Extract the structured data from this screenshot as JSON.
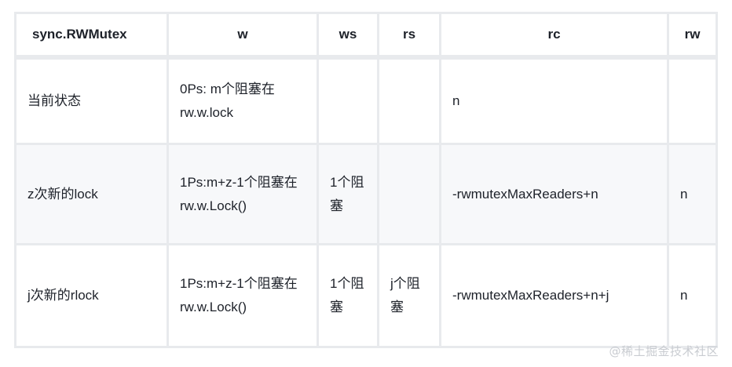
{
  "table": {
    "columns": [
      {
        "key": "label",
        "header": "sync.RWMutex"
      },
      {
        "key": "w",
        "header": "w"
      },
      {
        "key": "ws",
        "header": "ws"
      },
      {
        "key": "rs",
        "header": "rs"
      },
      {
        "key": "rc",
        "header": "rc"
      },
      {
        "key": "rw",
        "header": "rw"
      }
    ],
    "rows": [
      {
        "label": "当前状态",
        "w": "0Ps: m个阻塞在rw.w.lock",
        "ws": "",
        "rs": "",
        "rc": "n",
        "rw": "",
        "shaded": false
      },
      {
        "label": "z次新的lock",
        "w": "1Ps:m+z-1个阻塞在 rw.w.Lock()",
        "ws": "1个阻塞",
        "rs": "",
        "rc": "-rwmutexMaxReaders+n",
        "rw": "n",
        "shaded": true
      },
      {
        "label": "j次新的rlock",
        "w": "1Ps:m+z-1个阻塞在 rw.w.Lock()",
        "ws": "1个阻塞",
        "rs": "j个阻塞",
        "rc": "-rwmutexMaxReaders+n+j",
        "rw": "n",
        "shaded": false
      }
    ]
  },
  "watermark": {
    "text": "@稀土掘金技术社区"
  },
  "colors": {
    "grid": "#e8eaed",
    "shaded_row": "#f7f8fa",
    "text": "#1d2129",
    "watermark": "#c9ccd1",
    "page_background": "#ffffff"
  }
}
